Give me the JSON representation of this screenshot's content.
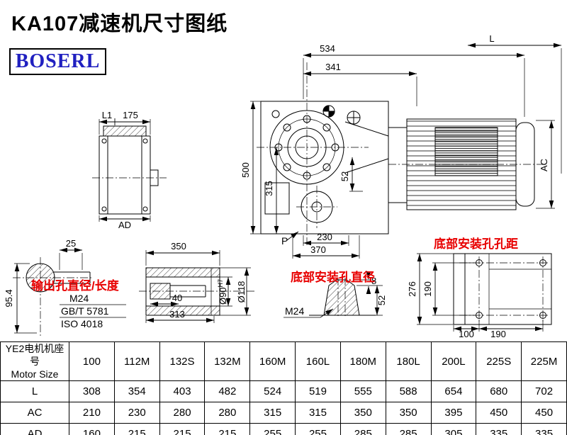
{
  "page": {
    "title": "KA107减速机尺寸图纸",
    "logo": "BOSERL"
  },
  "main_view": {
    "dims": {
      "width_534": "534",
      "motor_length": "L",
      "width_341": "341",
      "height_500": "500",
      "height_315": "315",
      "offset_52": "52",
      "width_230": "230",
      "width_370": "370",
      "plug": "P",
      "motor_dia": "AC"
    }
  },
  "left_side_view": {
    "dims": {
      "l1": "L1",
      "width_175": "175",
      "ad": "AD"
    }
  },
  "output_shaft_view": {
    "label": "输出孔直径/长度",
    "dims": {
      "width_25": "25",
      "height_95_4": "95.4",
      "thread": "M24",
      "standard_gb": "GB/T 5781",
      "standard_iso": "ISO 4018"
    }
  },
  "output_hub_view": {
    "dims": {
      "length_350": "350",
      "length_40": "40",
      "length_313": "313",
      "bore_dia": "Ø90",
      "bore_tol": "H7",
      "hub_dia": "Ø118"
    }
  },
  "foot_section_view": {
    "label": "底部安装孔直径",
    "dims": {
      "depth_8": "8",
      "depth_52": "52",
      "thread": "M24"
    }
  },
  "foot_bottom_view": {
    "label": "底部安装孔孔距",
    "dims": {
      "height_276": "276",
      "pitch_190v": "190",
      "pitch_100": "100",
      "pitch_190h": "190"
    }
  },
  "table": {
    "header": {
      "cn": "YE2电机机座号",
      "en": "Motor Size"
    },
    "columns": [
      "100",
      "112M",
      "132S",
      "132M",
      "160M",
      "160L",
      "180M",
      "180L",
      "200L",
      "225S",
      "225M"
    ],
    "rows": [
      {
        "label": "L",
        "values": [
          "308",
          "354",
          "403",
          "482",
          "524",
          "519",
          "555",
          "588",
          "654",
          "680",
          "702"
        ]
      },
      {
        "label": "AC",
        "values": [
          "210",
          "230",
          "280",
          "280",
          "315",
          "315",
          "350",
          "350",
          "395",
          "450",
          "450"
        ]
      },
      {
        "label": "AD",
        "values": [
          "160",
          "215",
          "215",
          "215",
          "255",
          "255",
          "285",
          "285",
          "305",
          "335",
          "335"
        ]
      }
    ]
  },
  "colors": {
    "annotation_red": "#e80000",
    "logo_blue": "#2020c0",
    "line_black": "#000000"
  }
}
